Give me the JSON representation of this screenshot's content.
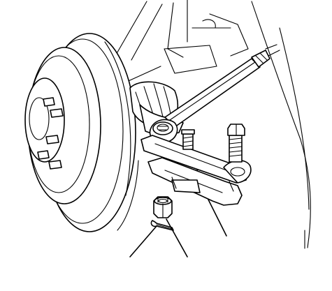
{
  "figure": {
    "kind": "mechanical-illustration",
    "parts": [
      "brake-disc-hub",
      "drive-shaft-boot",
      "steering-tie-rod",
      "tie-rod-end-ball-joint",
      "ball-joint-remover-tool",
      "castle-nut",
      "cotter-pin"
    ],
    "callout_count": 3,
    "stroke_color": "#000000",
    "background_color": "#ffffff"
  }
}
